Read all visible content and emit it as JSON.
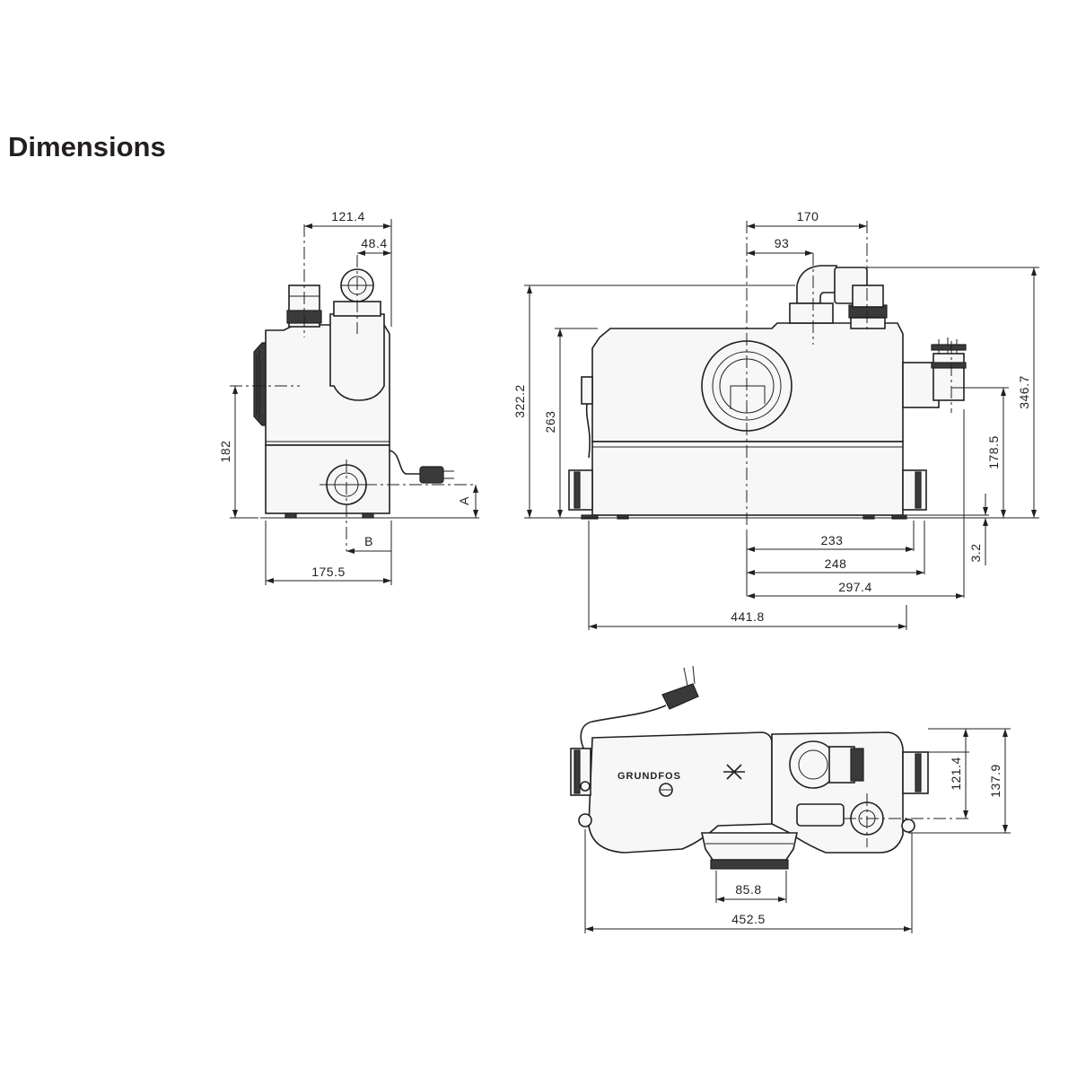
{
  "title": "Dimensions",
  "side_view": {
    "dims": {
      "top_outlet_width": "121.4",
      "inlet_offset": "48.4",
      "height_inlet": "182",
      "depth": "175.5",
      "label_a": "A",
      "label_b": "B"
    }
  },
  "front_view": {
    "dims": {
      "outlet_offset": "170",
      "centre_offset": "93",
      "overall_height": "322.2",
      "body_height": "263",
      "outlet_height": "346.7",
      "side_inlet_height": "178.5",
      "foot_height": "3.2",
      "dim_233": "233",
      "dim_248": "248",
      "dim_297": "297.4",
      "overall_width": "441.8"
    }
  },
  "top_view": {
    "brand": "GRUNDFOS",
    "dims": {
      "outlet_depth": "121.4",
      "overall_depth": "137.9",
      "bottom_outlet": "85.8",
      "overall_length": "452.5"
    }
  }
}
